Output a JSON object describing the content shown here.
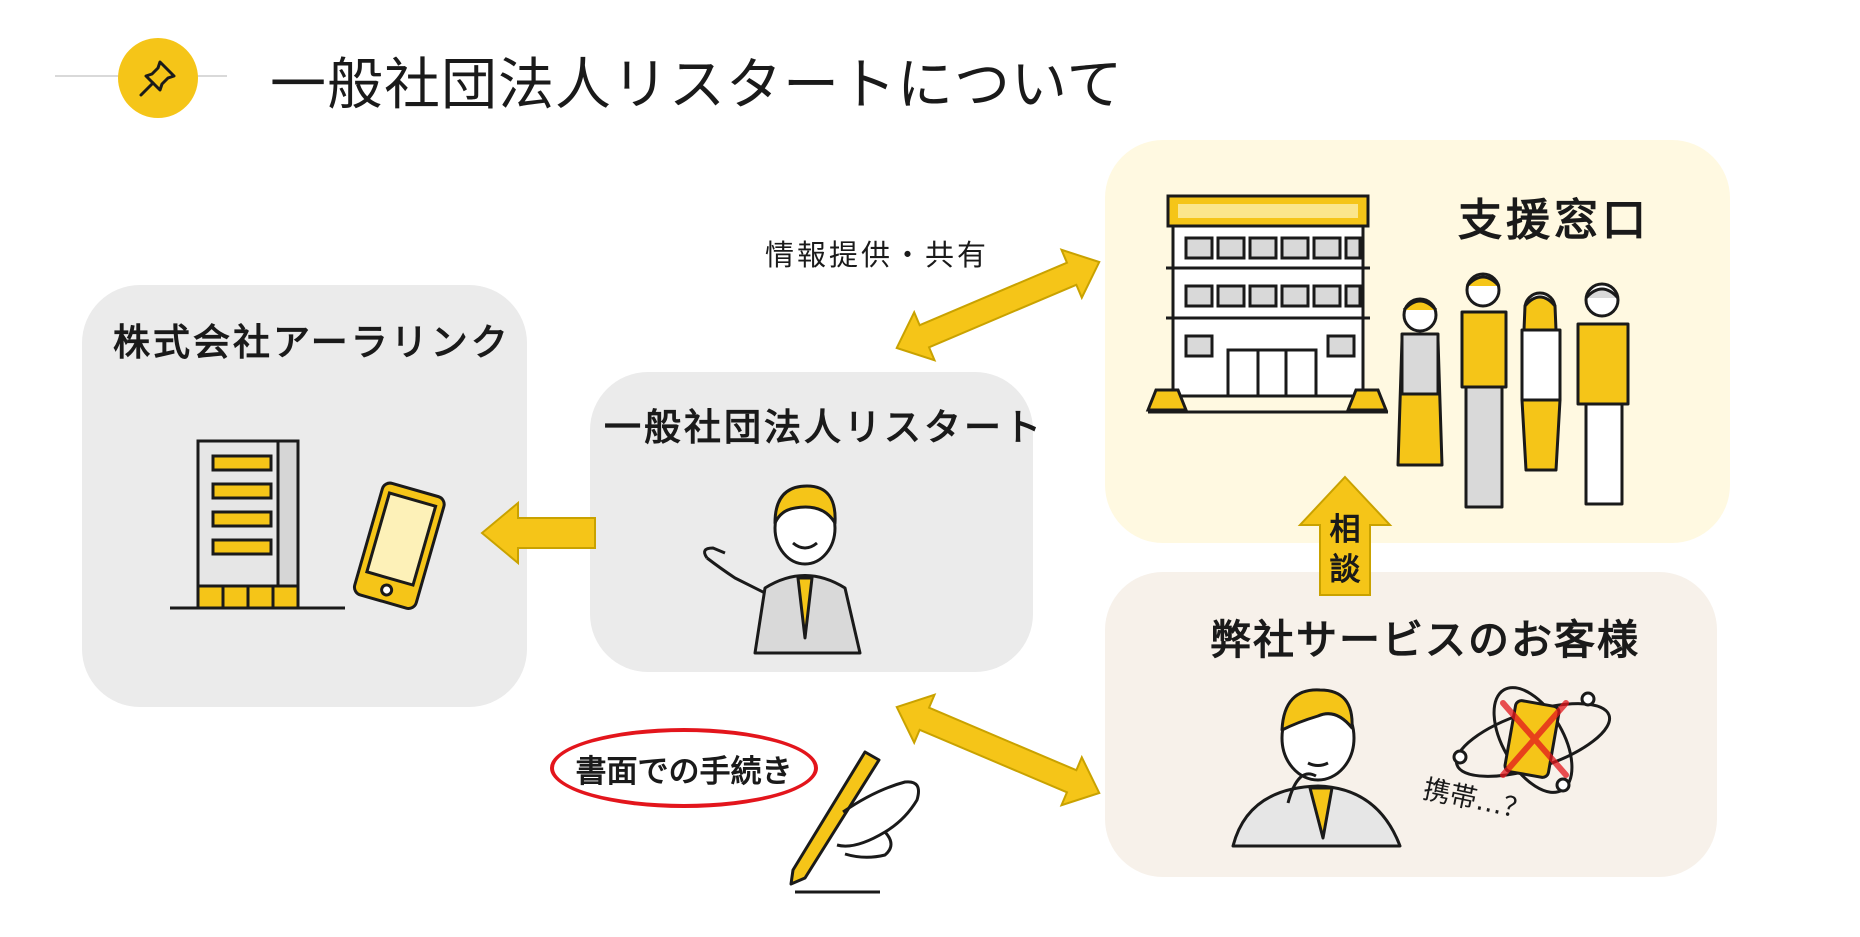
{
  "page": {
    "title": "一般社団法人リスタートについて",
    "icon": "pushpin-icon"
  },
  "colors": {
    "accent": "#f5c518",
    "box_gray": "#ebebeb",
    "box_cream": "#fff9e1",
    "box_beige": "#f7f1ea",
    "highlight_red": "#e3151c"
  },
  "nodes": {
    "company": {
      "label": "株式会社アーラリンク",
      "icons": [
        "office-building-icon",
        "smartphone-icon"
      ]
    },
    "restart": {
      "label": "一般社団法人リスタート",
      "icons": [
        "businessman-presenting-icon"
      ]
    },
    "support": {
      "label": "支援窓口",
      "icons": [
        "office-building-icon",
        "people-group-icon"
      ]
    },
    "customer": {
      "label": "弊社サービスのお客様",
      "icons": [
        "thinking-man-icon",
        "crossed-phone-icon"
      ]
    }
  },
  "edges": {
    "info_share": {
      "label": "情報提供・共有",
      "direction": "bidirectional"
    },
    "consult": {
      "label": "相談",
      "direction": "customer-to-support"
    },
    "paper": {
      "label": "書面での手続き",
      "direction": "bidirectional",
      "icon": "pen-writing-icon"
    },
    "to_company": {
      "label": "",
      "direction": "restart-to-company"
    }
  },
  "annotations": {
    "phone_question": "携帯…？"
  }
}
